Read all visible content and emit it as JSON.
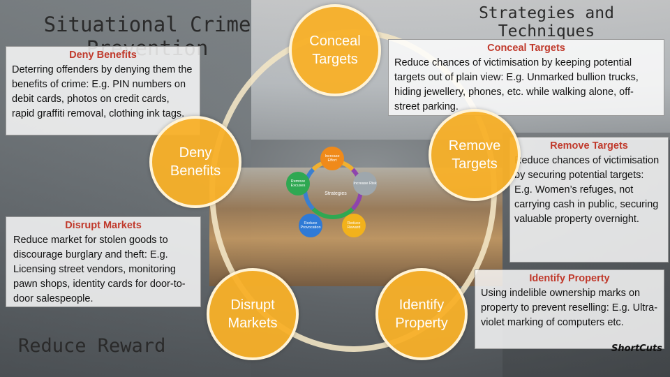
{
  "titles": {
    "left": "Situational Crime Prevention",
    "right": "Strategies and Techniques",
    "bottom": "Reduce Reward"
  },
  "boxes": {
    "deny": {
      "heading": "Deny Benefits",
      "text": "Deterring offenders by denying them the benefits of crime: E.g. PIN numbers on debit cards, photos on credit cards, rapid graffiti removal, clothing ink tags."
    },
    "conceal": {
      "heading": "Conceal Targets",
      "text": "Reduce chances of victimisation by keeping potential targets out of plain view: E.g. Unmarked bullion trucks, hiding jewellery, phones, etc. while walking alone, off-street parking."
    },
    "remove": {
      "heading": "Remove Targets",
      "text": "Reduce chances of victimisation by securing potential targets: E.g. Women’s refuges, not carrying cash in public, securing valuable property overnight."
    },
    "disrupt": {
      "heading": "Disrupt Markets",
      "text": "Reduce market for stolen goods to discourage burglary and theft: E.g. Licensing street vendors, monitoring pawn shops, identity cards for door-to-door salespeople."
    },
    "identify": {
      "heading": "Identify Property",
      "text": "Using indelible ownership marks on property to prevent reselling: E.g. Ultra-violet marking of computers etc."
    }
  },
  "circles": {
    "conceal": "Conceal Targets",
    "deny": "Deny Benefits",
    "remove": "Remove Targets",
    "disrupt": "Disrupt Markets",
    "identify": "Identify Property"
  },
  "mini_diagram": {
    "center": "Strategies",
    "nodes": [
      "Increase Effort",
      "Increase Risk",
      "Reduce Reward",
      "Reduce Provocation",
      "Remove Excuses"
    ]
  },
  "logo": "ShortCuts",
  "colors": {
    "accent_orange": "#f8b028",
    "heading_red": "#c0392b"
  }
}
